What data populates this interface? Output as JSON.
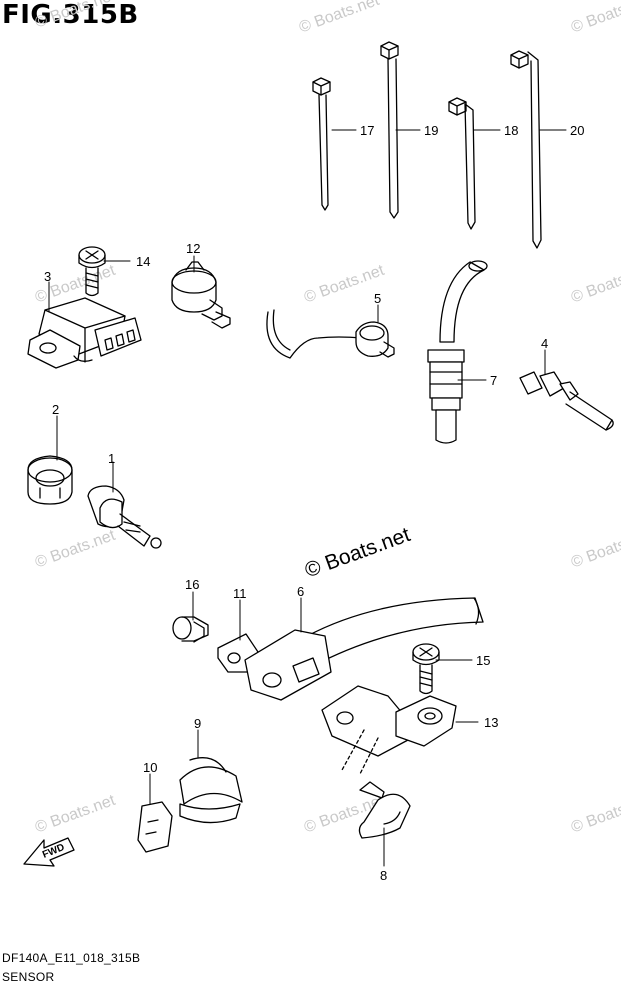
{
  "figure": {
    "title": "FIG.315B",
    "code": "DF140A_E11_018_315B",
    "caption": "SENSOR"
  },
  "watermark": "© Boats.net",
  "fwd_label": "FWD",
  "callouts": [
    "1",
    "2",
    "3",
    "4",
    "5",
    "6",
    "7",
    "8",
    "9",
    "10",
    "11",
    "12",
    "13",
    "14",
    "15",
    "16",
    "17",
    "18",
    "19",
    "20"
  ]
}
